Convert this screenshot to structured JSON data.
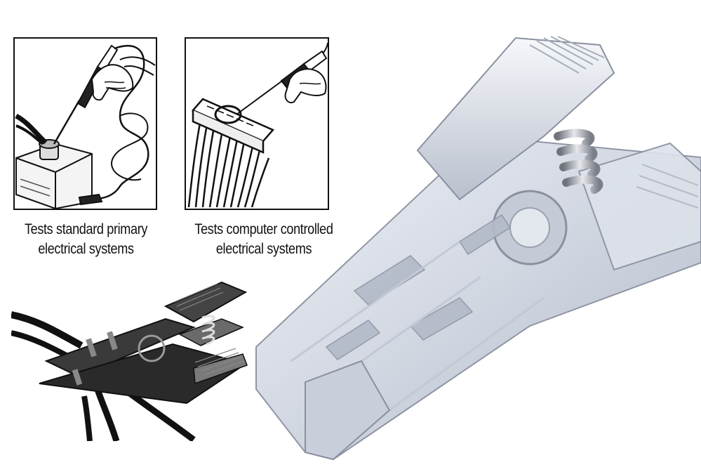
{
  "panels": [
    {
      "caption_line1": "Tests standard primary",
      "caption_line2": "electrical systems"
    },
    {
      "caption_line1": "Tests computer controlled",
      "caption_line2": "electrical systems"
    }
  ],
  "colors": {
    "ink": "#111111",
    "background": "#ffffff",
    "clear_plastic": "#c9cfdb",
    "spring_steel": "#9a9ea6"
  }
}
